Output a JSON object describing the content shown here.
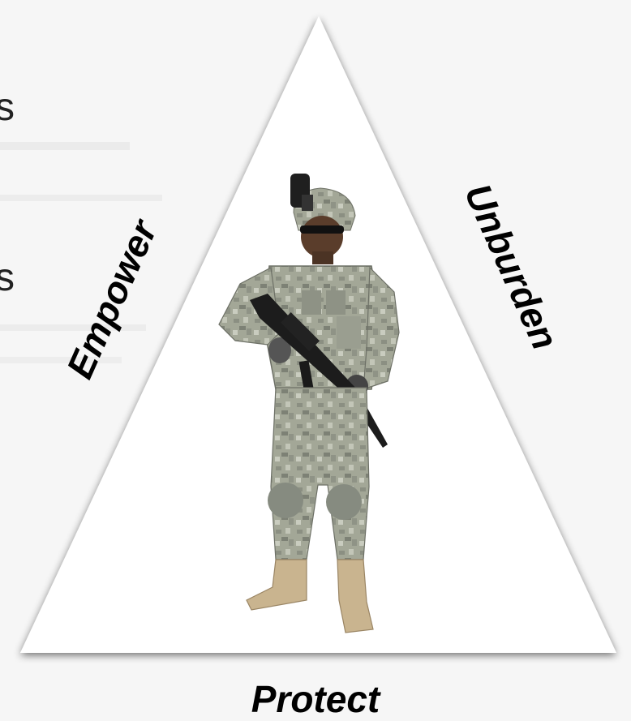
{
  "diagram": {
    "triangle": {
      "left_side_label": "Empower",
      "right_side_label": "Unburden",
      "bottom_label": "Protect"
    },
    "center_figure": "soldier-in-camouflage-with-rifle",
    "left_edge_text_fragments": [
      "s",
      "s"
    ]
  },
  "colors": {
    "background": "#f6f6f6",
    "triangle_fill": "#ffffff",
    "triangle_shadow": "#9a9a9a",
    "label_text": "#000000",
    "camouflage_base": "#9ea293",
    "boots": "#c9b48f"
  }
}
